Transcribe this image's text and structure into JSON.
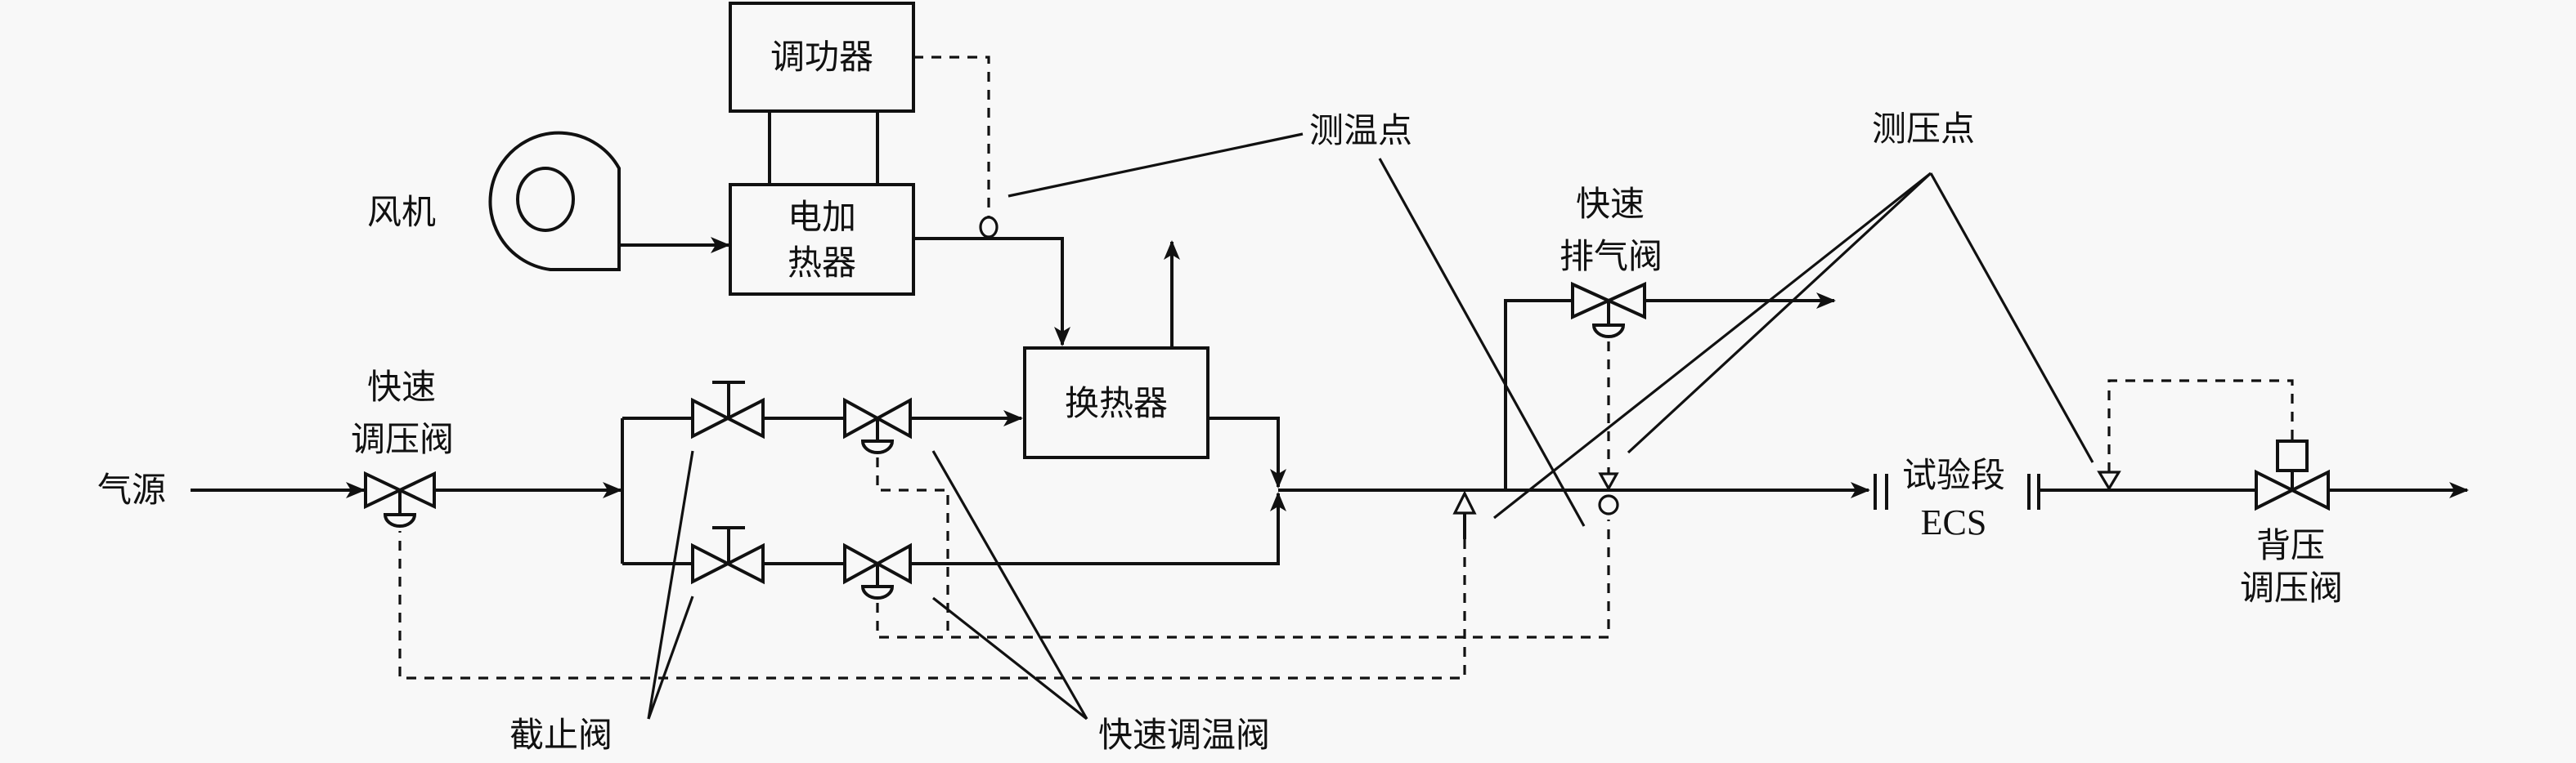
{
  "title": "试验系统流程示意图",
  "colors": {
    "background": "#f8f8f8",
    "line": "#111111"
  },
  "labels": {
    "air_source": "气源",
    "fan": "风机",
    "power_regulator": "调功器",
    "electric_heater": [
      "电加",
      "热器"
    ],
    "heat_exchanger": "换热器",
    "temp_point": "测温点",
    "pressure_point": "测压点",
    "fast_pressure_valve": [
      "快速",
      "调压阀"
    ],
    "fast_exhaust_valve": [
      "快速",
      "排气阀"
    ],
    "test_section": [
      "试验段",
      "ECS"
    ],
    "back_pressure_valve": [
      "背压",
      "调压阀"
    ],
    "stop_valve": "截止阀",
    "fast_temp_valve": "快速调温阀"
  },
  "legend_symbols": {
    "pressure_tap": "open-triangle",
    "temperature_tap": "open-circle",
    "signal_line": "dashed",
    "flow_line": "solid-arrow"
  }
}
